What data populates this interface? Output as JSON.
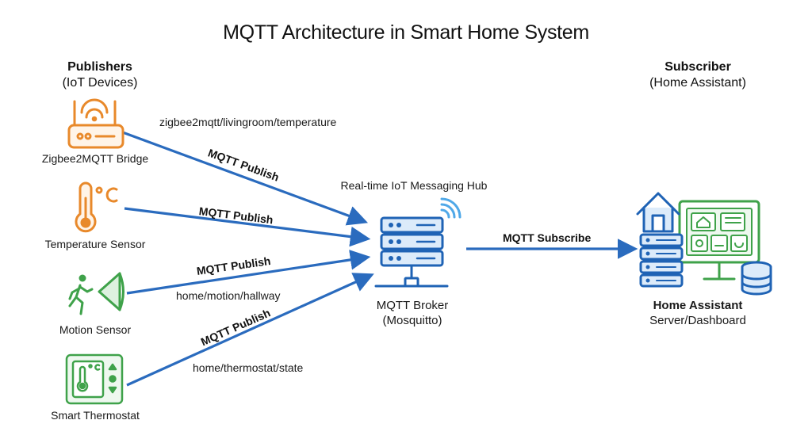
{
  "title": "MQTT Architecture in Smart Home System",
  "publishers": {
    "line1": "Publishers",
    "line2": "(IoT Devices)"
  },
  "subscriber": {
    "line1": "Subscriber",
    "line2": "(Home Assistant)"
  },
  "devices": [
    {
      "label": "Zigbee2MQTT Bridge",
      "icon": "router-icon",
      "color": "#E8892B"
    },
    {
      "label": "Temperature Sensor",
      "icon": "thermometer-icon",
      "color": "#E8892B"
    },
    {
      "label": "Motion Sensor",
      "icon": "motion-sensor-icon",
      "color": "#3FA24A"
    },
    {
      "label": "Smart Thermostat",
      "icon": "thermostat-icon",
      "color": "#3FA24A"
    }
  ],
  "edges": [
    {
      "label": "MQTT Publish",
      "topic": "zigbee2mqtt/livingroom/temperature"
    },
    {
      "label": "MQTT Publish",
      "topic": ""
    },
    {
      "label": "MQTT Publish",
      "topic": "home/motion/hallway"
    },
    {
      "label": "MQTT Publish",
      "topic": "home/thermostat/state"
    }
  ],
  "broker": {
    "caption": "Real-time IoT Messaging Hub",
    "line1": "MQTT Broker",
    "line2": "(Mosquitto)",
    "icon": "server-icon"
  },
  "subscribe": {
    "label": "MQTT Subscribe"
  },
  "home_assistant": {
    "line1": "Home Assistant",
    "line2": "Server/Dashboard",
    "icon": "dashboard-icon"
  },
  "colors": {
    "arrow": "#2A6BBE",
    "accent_blue": "#1F63B5",
    "light_blue": "#DCEBFA",
    "orange": "#E8892B",
    "green": "#3FA24A"
  }
}
